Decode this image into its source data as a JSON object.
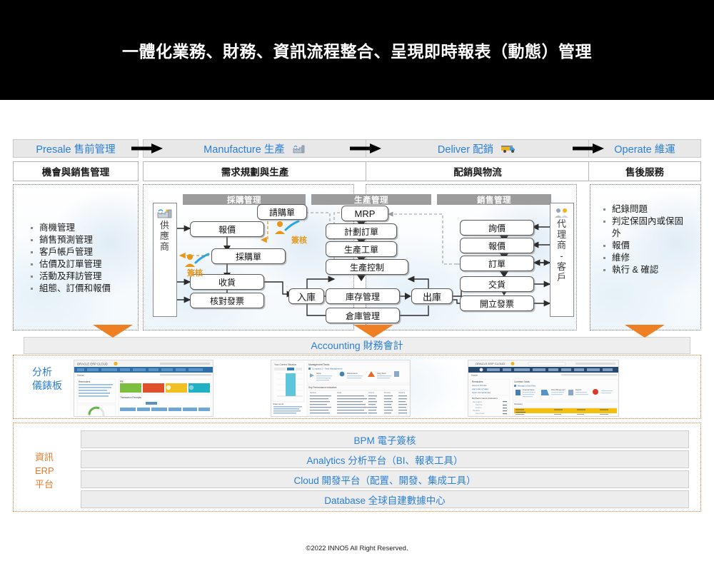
{
  "title": "一體化業務、財務、資訊流程整合、呈現即時報表（動態）管理",
  "colors": {
    "accent_blue": "#2a7fd4",
    "accent_orange": "#e07b2a",
    "signoff_orange": "#e8971a",
    "group_header_gray": "#9c9c9c",
    "title_band": "#000000"
  },
  "stages": [
    {
      "label": "Presale 售前管理",
      "icon": "",
      "sub": "機會與銷售管理"
    },
    {
      "label": "Manufacture 生產",
      "icon": "factory-icon",
      "sub": "需求規劃與生產"
    },
    {
      "label": "Deliver 配銷",
      "icon": "truck-icon",
      "sub": "配銷與物流"
    },
    {
      "label": "Operate 維運",
      "icon": "",
      "sub": "售後服務"
    }
  ],
  "presale": {
    "bullets": [
      "商機管理",
      "銷售預測管理",
      "客戶帳戶管理",
      "估價及訂單管理",
      "活動及拜訪管理",
      "組態、訂價和報價"
    ]
  },
  "operate": {
    "bullets": [
      "紀錄問題",
      "判定保固內或保固外",
      "報價",
      "維修",
      "執行 & 確認"
    ]
  },
  "actors": {
    "supplier": "供應商",
    "customer": "代理商-客戶"
  },
  "groups": [
    {
      "name": "procurement",
      "label": "採購管理"
    },
    {
      "name": "production",
      "label": "生產管理"
    },
    {
      "name": "sales",
      "label": "銷售管理"
    }
  ],
  "nodes": {
    "purchase_request": "請購單",
    "quotation": "報價",
    "purchase_order": "採購單",
    "receiving": "收貨",
    "invoice_check": "核對發票",
    "stock_in": "入庫",
    "mrp": "MRP",
    "planned_order": "計劃訂單",
    "work_order": "生產工單",
    "production_control": "生產控制",
    "inventory_mgmt": "庫存管理",
    "warehouse_mgmt": "倉庫管理",
    "stock_out": "出庫",
    "inquiry": "詢價",
    "sales_quote": "報價",
    "sales_order": "訂單",
    "delivery": "交貨",
    "issue_invoice": "開立發票"
  },
  "signoff_label": "簽核",
  "accounting": {
    "label": "Accounting 財務會計"
  },
  "dashboards": {
    "label_line1": "分析",
    "label_line2": "儀錶板"
  },
  "platform": {
    "label_line1": "資訊",
    "label_line2": "ERP",
    "label_line3": "平台",
    "bars": [
      "BPM 電子簽核",
      "Analytics 分析平台（BI、報表工具）",
      "Cloud 開發平台（配置、開發、集成工具）",
      "Database 全球自建數據中心"
    ]
  },
  "footer": "©2022 INNO5 All Right Reserved."
}
